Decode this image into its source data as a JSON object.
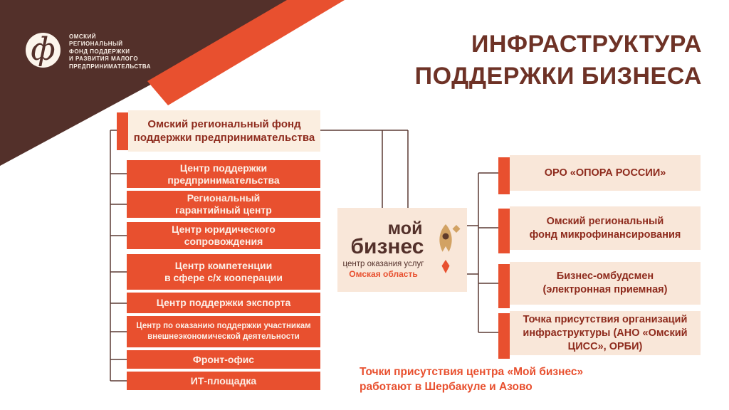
{
  "slide": {
    "title": "ИНФРАСТРУКТУРА\nПОДДЕРЖКИ БИЗНЕСА",
    "footnote": "Точки присутствия центра «Мой бизнес»\nработают в Шербакуле и Азово"
  },
  "logo": {
    "glyph": "ф",
    "org_name": "ОМСКИЙ\nРЕГИОНАЛЬНЫЙ\nФОНД ПОДДЕРЖКИ\nИ РАЗВИТИЯ МАЛОГО\nПРЕДПРИНИМАТЕЛЬСТВА"
  },
  "chart": {
    "root": "Омский региональный фонд\nподдержки предпринимательства",
    "left_branches": [
      "Центр поддержки\nпредпринимательства",
      "Региональный\nгарантийный центр",
      "Центр юридического\nсопровождения",
      "Центр компетенции\nв сфере с/х кооперации",
      "Центр поддержки экспорта",
      "Центр по оказанию поддержки участникам\nвнешнеэкономической деятельности",
      "Фронт-офис",
      "ИТ-площадка"
    ],
    "center": {
      "brand_top": "мой",
      "brand_bottom": "бизнес",
      "subtitle": "центр оказания услуг",
      "region": "Омская область"
    },
    "right_branches": [
      "ОРО «ОПОРА РОССИИ»",
      "Омский региональный\nфонд микрофинансирования",
      "Бизнес-омбудсмен\n(электронная приемная)",
      "Точка присутствия организаций\nинфраструктуры (АНО «Омский\nЦИСС», ОРБИ)"
    ]
  },
  "colors": {
    "brown": "#53302A",
    "red": "#E8502F",
    "cream": "#FBEEE0",
    "cream2": "#F9E7D9",
    "darkred": "#8E2B1D",
    "titlebrown": "#6E3226",
    "line": "#5B3A33",
    "tan": "#D2A263"
  }
}
